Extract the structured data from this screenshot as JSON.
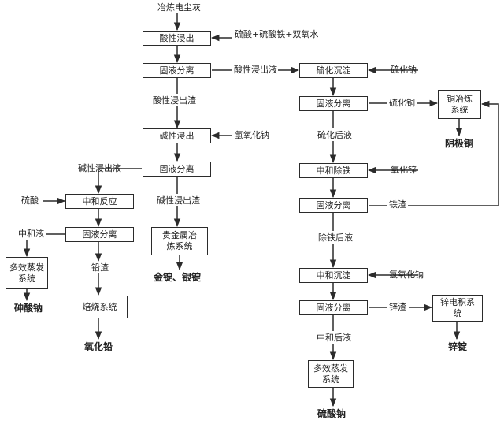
{
  "title": "冶炼电尘灰",
  "boxes": {
    "acid_leach": "酸性浸出",
    "sep1": "固液分离",
    "alkali_leach": "碱性浸出",
    "sep2": "固液分离",
    "neutral_react": "中和反应",
    "sep3": "固液分离",
    "multi_evap1": "多效蒸发\n系统",
    "roast": "焙烧系统",
    "precious": "贵金属冶\n炼系统",
    "sulfide_ppt": "硫化沉淀",
    "sep4": "固液分离",
    "cu_smelt": "铜冶炼\n系统",
    "neutral_fe": "中和除铁",
    "sep5": "固液分离",
    "neutral_ppt": "中和沉淀",
    "sep6": "固液分离",
    "zn_ew": "锌电积系\n统",
    "multi_evap2": "多效蒸发\n系统"
  },
  "labels": {
    "reagent_acid": "硫酸+硫酸铁+双氧水",
    "acid_leachate": "酸性浸出液",
    "na2s": "硫化钠",
    "acid_residue": "酸性浸出渣",
    "cu_sulfide": "硫化铜",
    "naoh1": "氢氧化钠",
    "after_sulfide": "硫化后液",
    "alkali_leachate": "碱性浸出液",
    "zno": "氧化锌",
    "sulfuric": "硫酸",
    "alkali_residue": "碱性浸出渣",
    "fe_residue": "铁渣",
    "neutral_liquid1": "中和液",
    "pb_residue": "铅渣",
    "after_fe": "除铁后液",
    "naoh2": "氢氧化钠",
    "zn_residue": "锌渣",
    "neutral_liquid2": "中和后液"
  },
  "products": {
    "cathode_cu": "阴极铜",
    "au_ag": "金锭、银锭",
    "na_arsenate": "砷酸钠",
    "pbo": "氧化铅",
    "zn_ingot": "锌锭",
    "na2so4": "硫酸钠"
  }
}
